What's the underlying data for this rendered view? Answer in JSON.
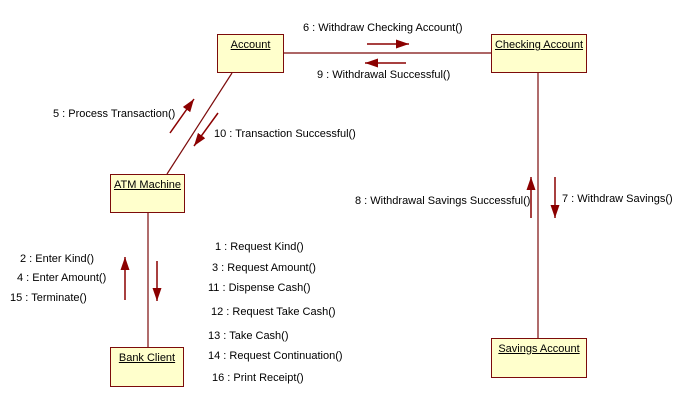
{
  "diagram": {
    "type": "uml-communication-diagram",
    "colors": {
      "background": "#FFFFFF",
      "box_fill": "#FFFFCC",
      "box_border": "#7C0B0B",
      "line": "#7C0B0B",
      "arrow": "#8B0000",
      "text": "#000000"
    },
    "objects": [
      {
        "name": "Account"
      },
      {
        "name": "Checking Account"
      },
      {
        "name": "ATM Machine"
      },
      {
        "name": "Bank Client"
      },
      {
        "name": "Savings Account"
      }
    ],
    "messages": [
      {
        "label": "6 : Withdraw Checking Account()",
        "from": "Account",
        "to": "Checking Account"
      },
      {
        "label": "9 : Withdrawal Successful()",
        "from": "Checking Account",
        "to": "Account"
      },
      {
        "label": "5 : Process Transaction()",
        "from": "ATM Machine",
        "to": "Account"
      },
      {
        "label": "10 : Transaction Successful()",
        "from": "Account",
        "to": "ATM Machine"
      },
      {
        "label": "2 : Enter Kind()",
        "from": "Bank Client",
        "to": "ATM Machine"
      },
      {
        "label": "4 : Enter Amount()",
        "from": "Bank Client",
        "to": "ATM Machine"
      },
      {
        "label": "15 : Terminate()",
        "from": "Bank Client",
        "to": "ATM Machine"
      },
      {
        "label": "1 : Request Kind()",
        "from": "ATM Machine",
        "to": "Bank Client"
      },
      {
        "label": "3 : Request Amount()",
        "from": "ATM Machine",
        "to": "Bank Client"
      },
      {
        "label": "11 : Dispense Cash()",
        "from": "ATM Machine",
        "to": "Bank Client"
      },
      {
        "label": "12 : Request Take Cash()",
        "from": "ATM Machine",
        "to": "Bank Client"
      },
      {
        "label": "13 : Take Cash()",
        "from": "ATM Machine",
        "to": "Bank Client"
      },
      {
        "label": "14 : Request Continuation()",
        "from": "ATM Machine",
        "to": "Bank Client"
      },
      {
        "label": "16 : Print Receipt()",
        "from": "ATM Machine",
        "to": "Bank Client"
      },
      {
        "label": "8 : Withdrawal Savings Successful()",
        "from": "Savings Account",
        "to": "Checking Account"
      },
      {
        "label": "7 : Withdraw Savings()",
        "from": "Checking Account",
        "to": "Savings Account"
      }
    ]
  }
}
